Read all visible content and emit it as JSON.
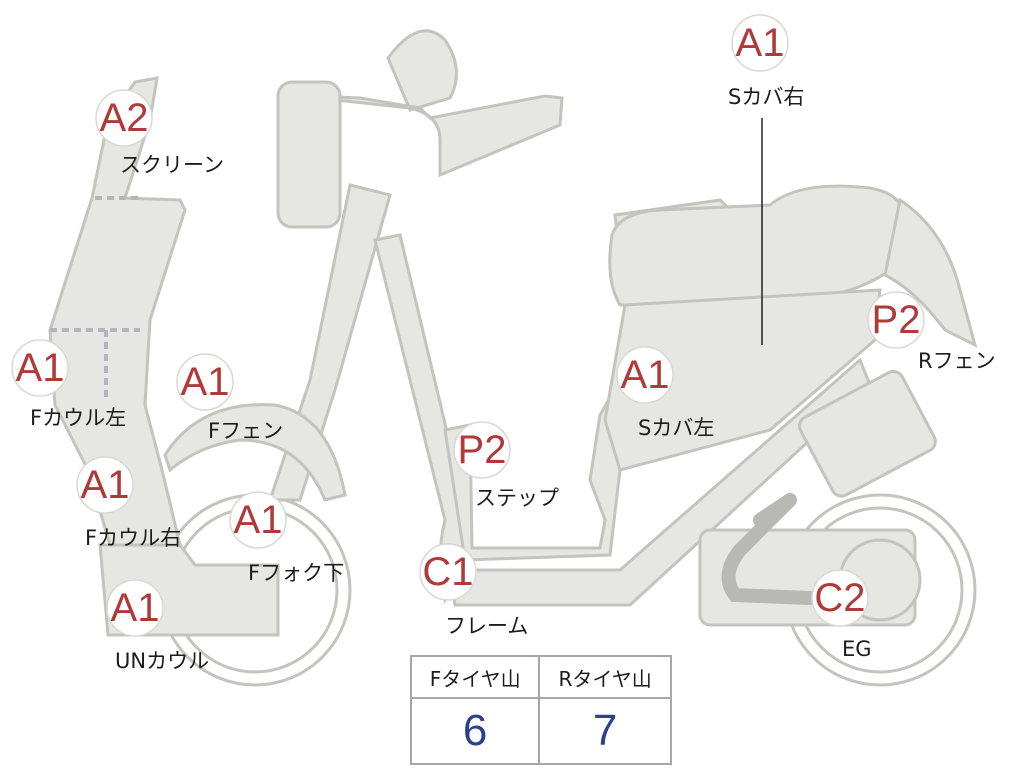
{
  "parts": [
    {
      "id": "s-cover-right",
      "grade": "A1",
      "label": "Sカバ右"
    },
    {
      "id": "screen",
      "grade": "A2",
      "label": "スクリーン"
    },
    {
      "id": "r-fender",
      "grade": "P2",
      "label": "Rフェン"
    },
    {
      "id": "f-cowl-left",
      "grade": "A1",
      "label": "Fカウル左"
    },
    {
      "id": "f-fender",
      "grade": "A1",
      "label": "Fフェン"
    },
    {
      "id": "s-cover-left",
      "grade": "A1",
      "label": "Sカバ左"
    },
    {
      "id": "step",
      "grade": "P2",
      "label": "ステップ"
    },
    {
      "id": "f-cowl-right",
      "grade": "A1",
      "label": "Fカウル右"
    },
    {
      "id": "f-fork-lower",
      "grade": "A1",
      "label": "Fフォク下"
    },
    {
      "id": "frame",
      "grade": "C1",
      "label": "フレーム"
    },
    {
      "id": "engine",
      "grade": "C2",
      "label": "EG"
    },
    {
      "id": "un-cowl",
      "grade": "A1",
      "label": "UNカウル"
    }
  ],
  "tire_tread": {
    "headers": [
      "Fタイヤ山",
      "Rタイヤ山"
    ],
    "values": [
      "6",
      "7"
    ]
  },
  "colors": {
    "grade_text": "#b03a3a",
    "tread_value": "#2d3f8e",
    "part_fill": "#e6e6e2",
    "part_outline": "#c4c4be"
  }
}
